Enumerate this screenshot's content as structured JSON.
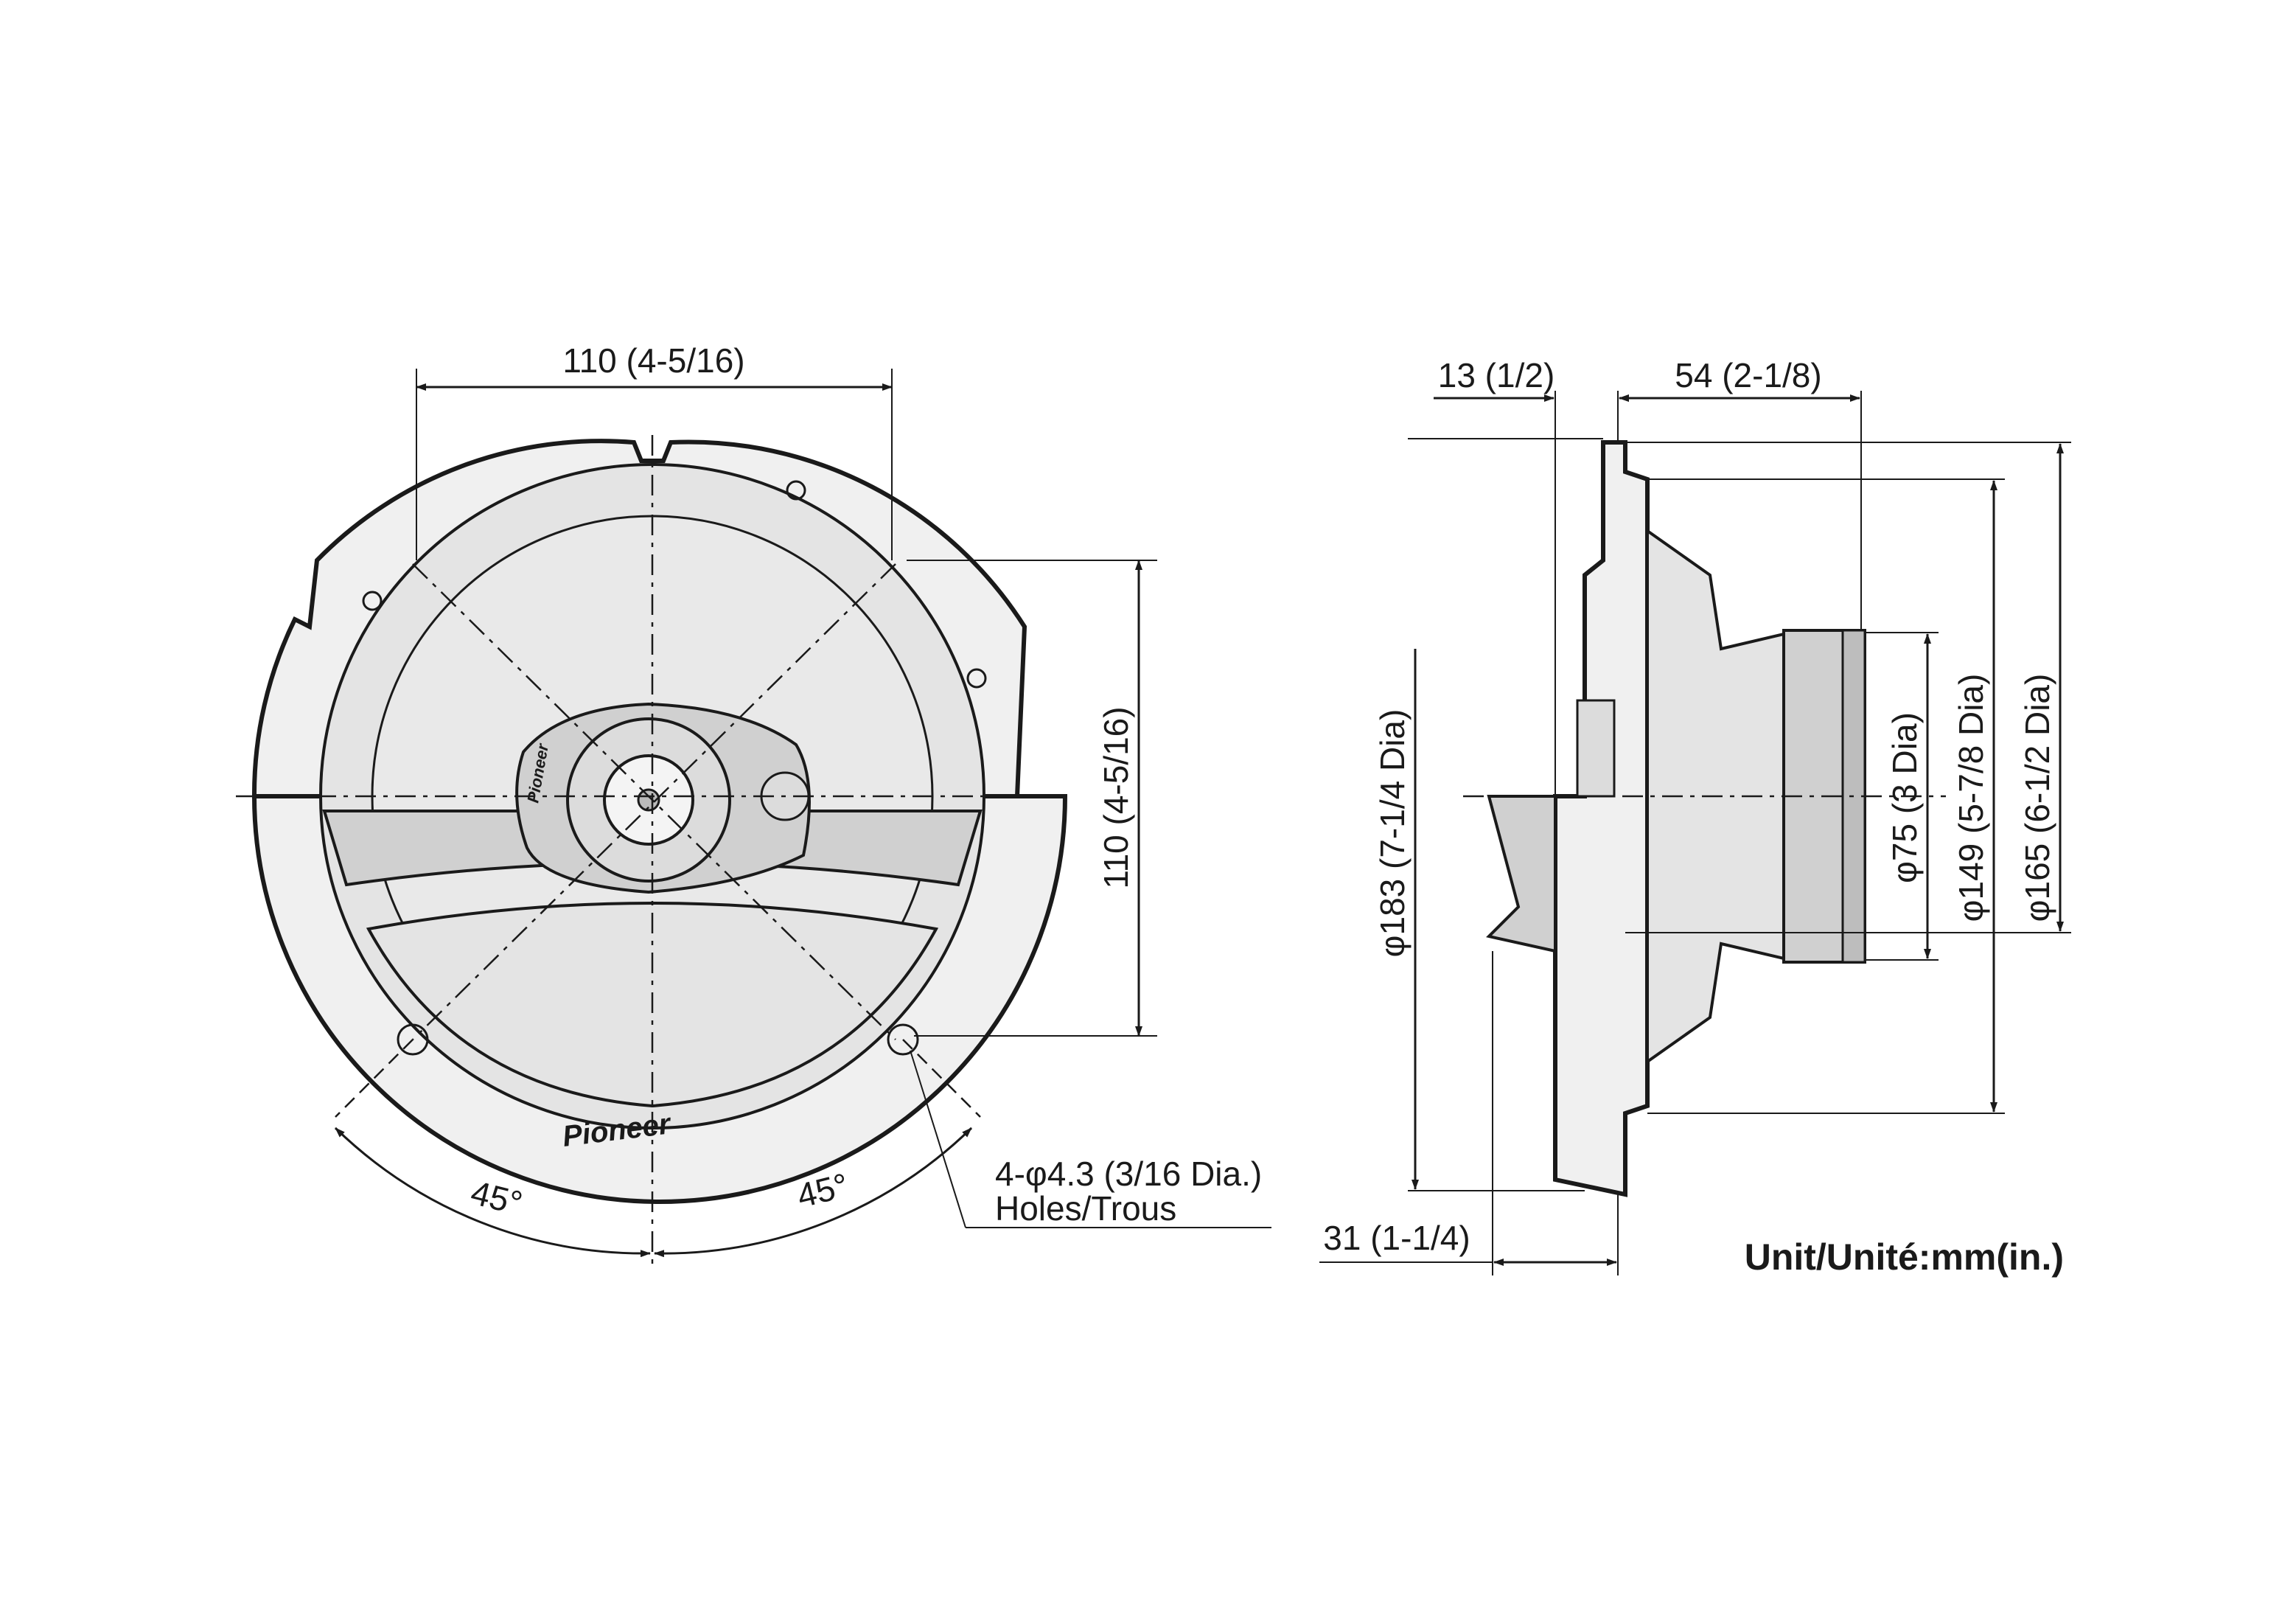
{
  "front_view": {
    "dim_top": "110 (4-5/16)",
    "dim_right": "110 (4-5/16)",
    "angle_left": "45°",
    "angle_right": "45°",
    "holes_line1": "4-φ4.3 (3/16 Dia.)",
    "holes_line2": "Holes/Trous",
    "logo_front": "Pioneer",
    "logo_tweeter": "Pioneer"
  },
  "side_view": {
    "dim_13": "13 (1/2)",
    "dim_54": "54 (2-1/8)",
    "dim_31": "31 (1-1/4)",
    "dia_183": "φ183 (7-1/4 Dia)",
    "dia_75": "φ75 (3 Dia)",
    "dia_149": "φ149 (5-7/8 Dia)",
    "dia_165": "φ165 (6-1/2 Dia)"
  },
  "unit_label": "Unit/Unité:mm(in.)"
}
